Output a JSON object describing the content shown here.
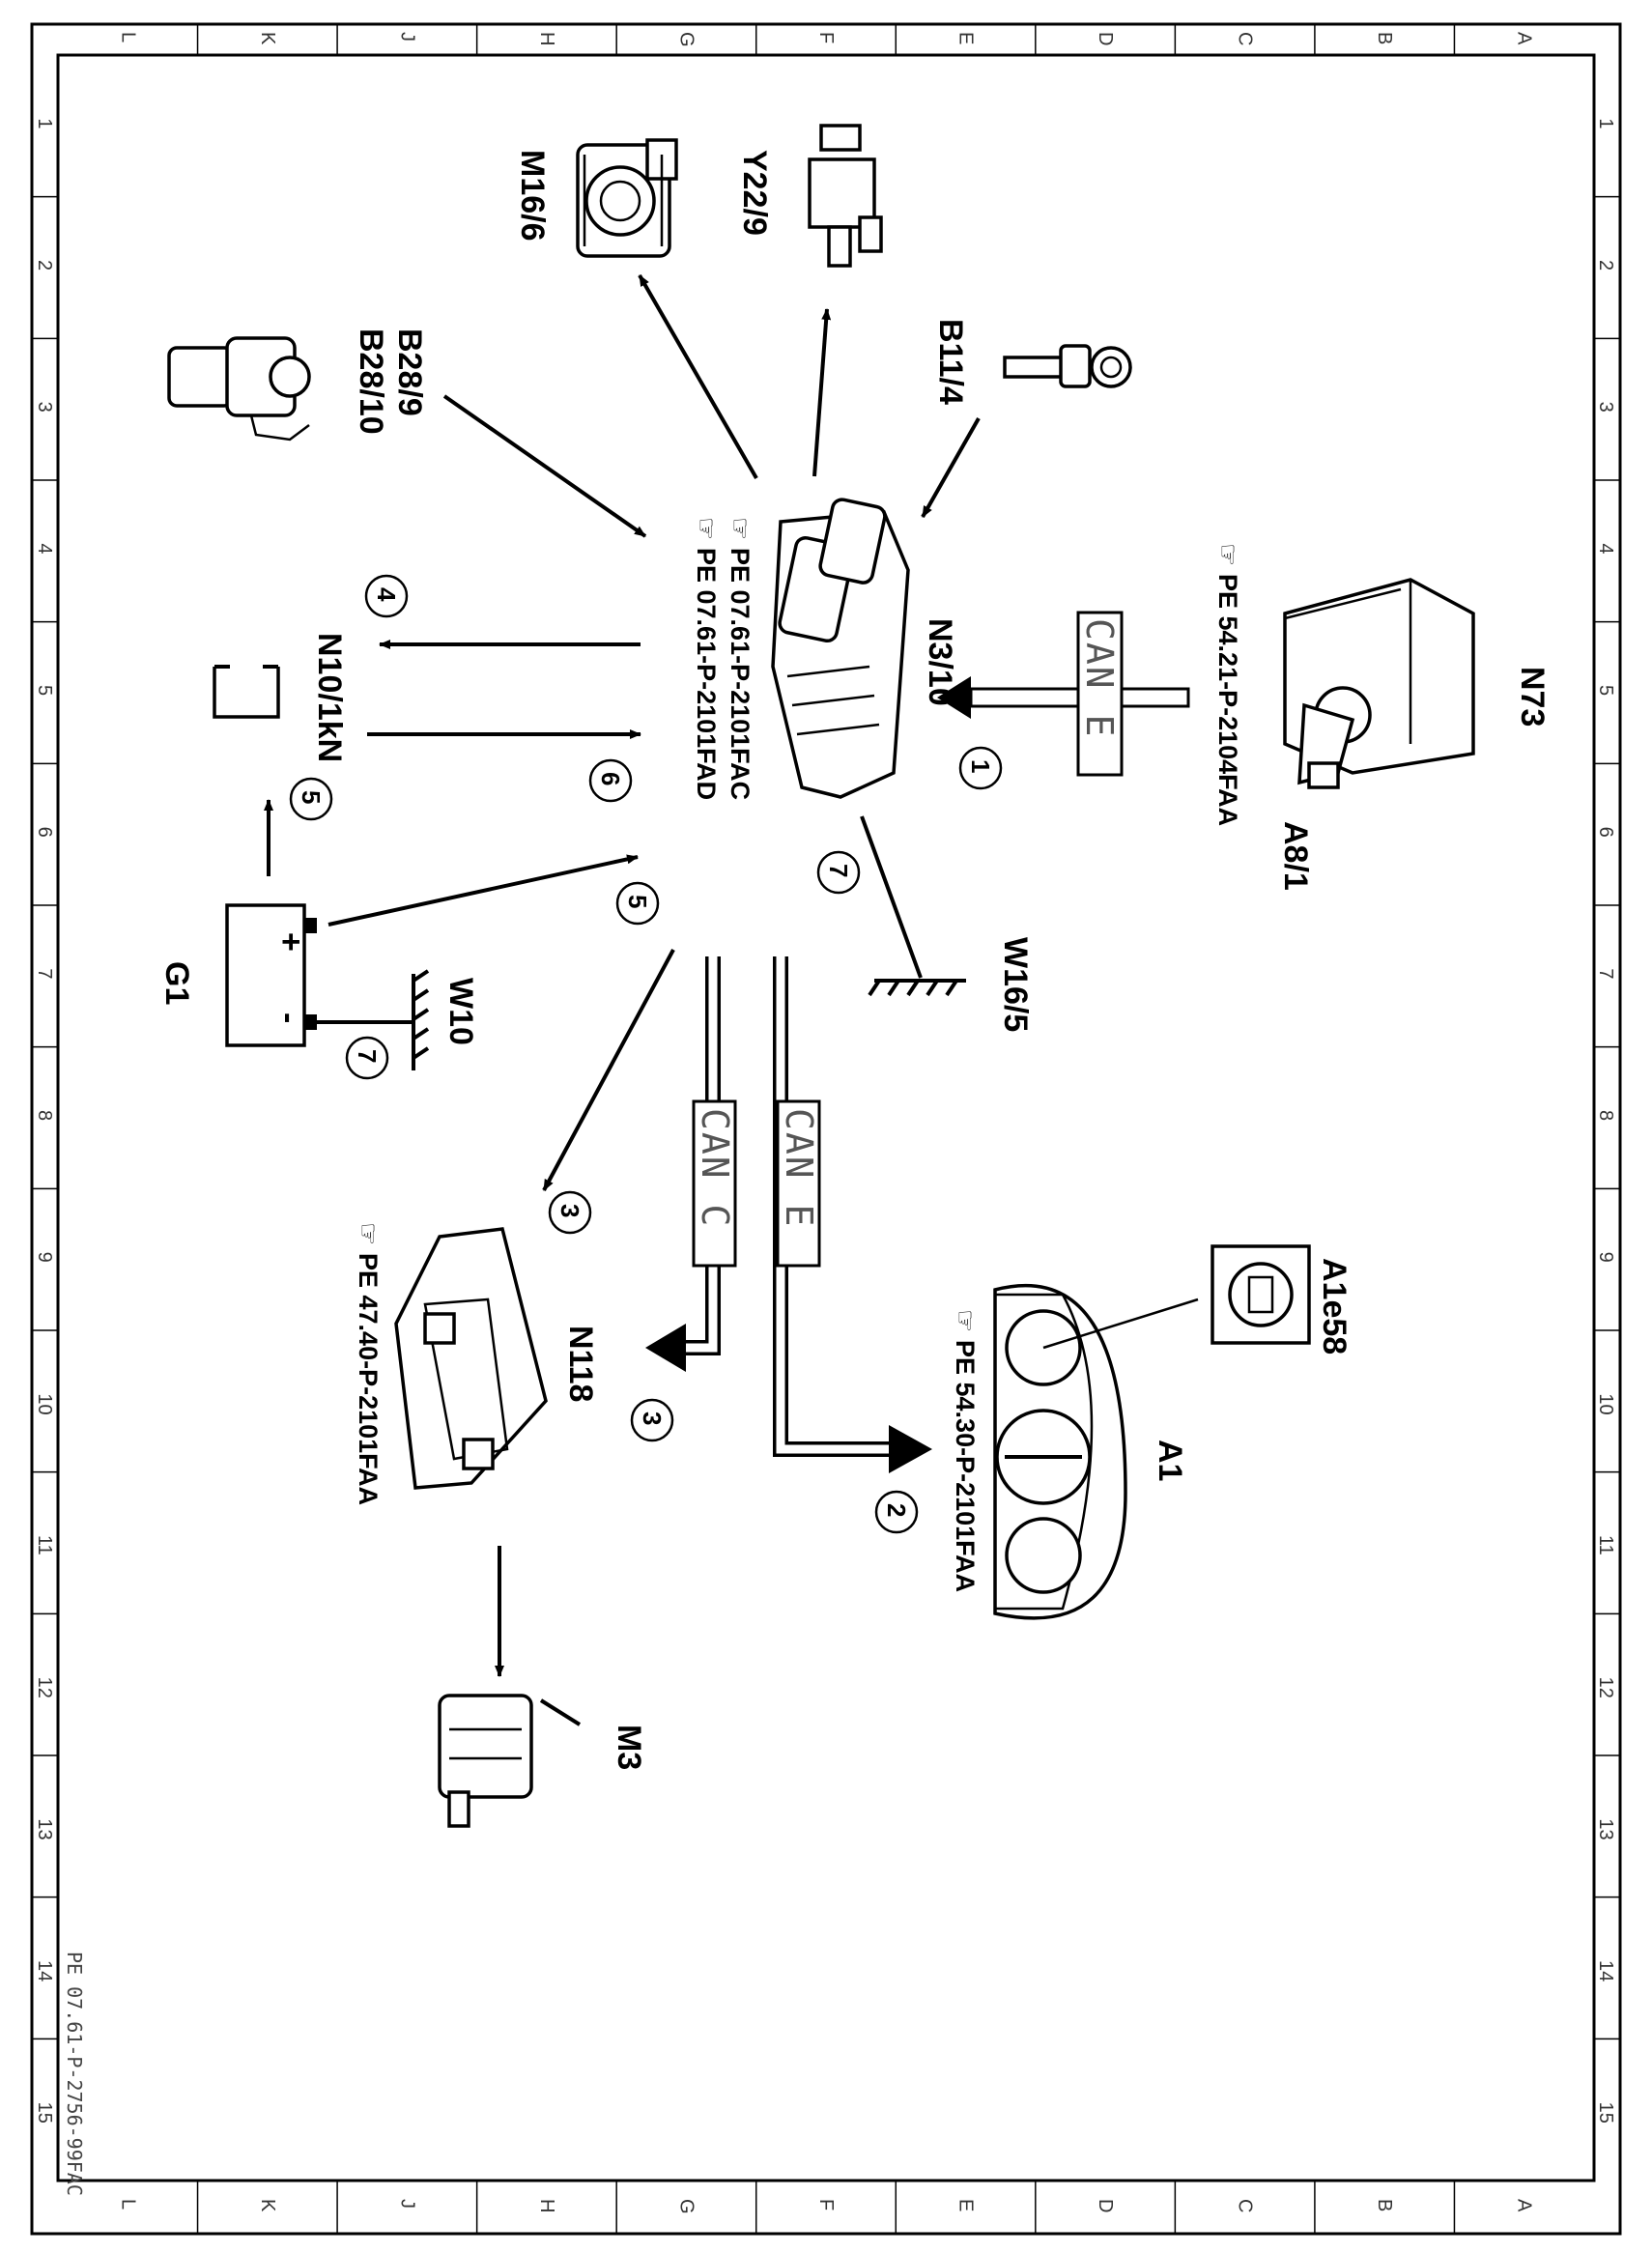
{
  "grid": {
    "letters": [
      "L",
      "K",
      "J",
      "H",
      "G",
      "F",
      "E",
      "D",
      "C",
      "B",
      "A"
    ],
    "numbers": [
      "1",
      "2",
      "3",
      "4",
      "5",
      "6",
      "7",
      "8",
      "9",
      "10",
      "11",
      "12",
      "13",
      "14",
      "15"
    ]
  },
  "components": {
    "n3_10": "N3/10",
    "m16_6": "M16/6",
    "y22_9": "Y22/9",
    "b11_4": "B11/4",
    "b28_9": "B28/9",
    "b28_10": "B28/10",
    "n10_1kn": "N10/1kN",
    "g1": "G1",
    "w10": "W10",
    "w16_5": "W16/5",
    "n73": "N73",
    "a8_1": "A8/1",
    "n118": "N118",
    "a1": "A1",
    "a1e58": "A1e58",
    "m3": "M3",
    "battery_plus": "+",
    "battery_minus": "-"
  },
  "references": {
    "n3_10_ref1": "PE 07.61-P-2101FAC",
    "n3_10_ref2": "PE 07.61-P-2101FAD",
    "n73_ref": "PE 54.21-P-2104FAA",
    "n118_ref": "PE 47.40-P-2101FAA",
    "a1_ref": "PE 54.30-P-2101FAA"
  },
  "buses": {
    "can_e_top": "CAN E",
    "can_e_lower": "CAN E",
    "can_c": "CAN C"
  },
  "step_numbers": {
    "s1": "1",
    "s2": "2",
    "s3a": "3",
    "s3b": "3",
    "s4": "4",
    "s5a": "5",
    "s5b": "5",
    "s6": "6",
    "s7a": "7",
    "s7b": "7"
  },
  "footer": "PE 07.61-P-2756-99FAC"
}
